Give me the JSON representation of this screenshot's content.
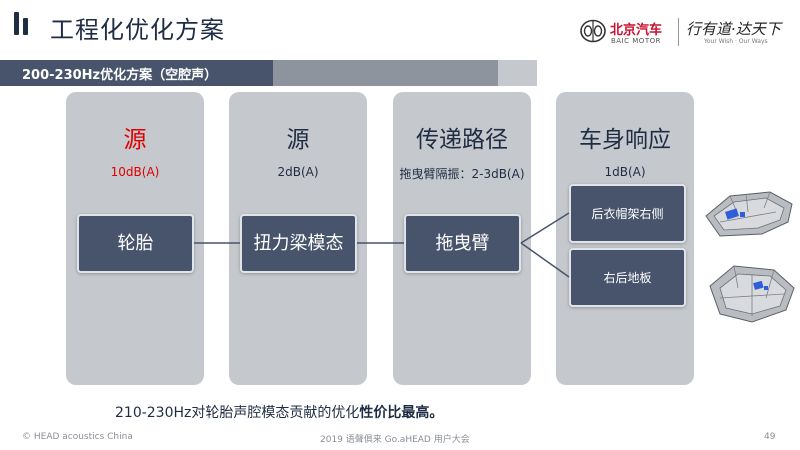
{
  "title": "工程化优化方案",
  "brand": {
    "name_cn": "北京汽车",
    "name_en": "BAIC MOTOR",
    "slogan_cn": "行有道·达天下",
    "slogan_en": "Your Wish · Our Ways"
  },
  "section_title": "200-230Hz优化方案（空腔声）",
  "columns": [
    {
      "heading": "源",
      "value": "10dB(A)",
      "node": "轮胎",
      "highlight_color": "#e00000"
    },
    {
      "heading": "源",
      "value": "2dB(A)",
      "node": "扭力梁模态"
    },
    {
      "heading": "传递路径",
      "value": "拖曳臂隔振：2-3dB(A)",
      "node": "拖曳臂"
    },
    {
      "heading": "车身响应",
      "value": "1dB(A)",
      "nodes": [
        "后衣帽架右侧",
        "右后地板"
      ]
    }
  ],
  "note": {
    "prefix": "210-230Hz对轮胎声腔模态贡献的优化",
    "bold": "性价比最高。"
  },
  "footer": {
    "left": "© HEAD acoustics China",
    "center": "2019 语聲俱来 Go.aHEAD 用户大会",
    "page": "49"
  }
}
